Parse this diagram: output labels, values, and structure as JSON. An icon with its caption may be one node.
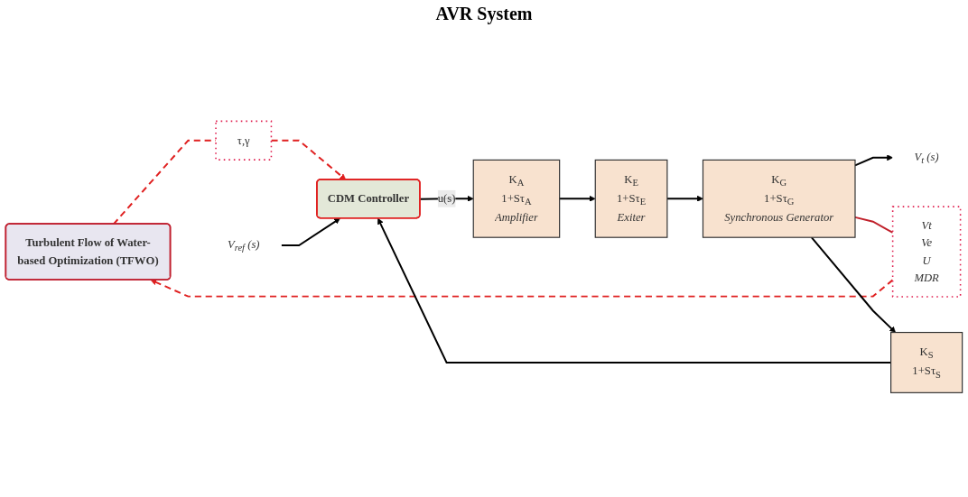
{
  "diagram": {
    "nodes": [
      {
        "text": [
          "Turbulent Flow of Water-based Optimization (TFWO)"
        ]
      },
      {
        "text": [
          "τ,γ"
        ]
      },
      {
        "text": [
          "V$_{ref}$ (s)"
        ]
      },
      {
        "text": [
          "CDM Controller"
        ]
      },
      {
        "text": [
          "K$_{A}$",
          "1+Sτ$_{A}$",
          "Amplifier"
        ]
      },
      {
        "text": [
          "K$_{E}$",
          "1+Sτ$_{E}$",
          "Exiter"
        ]
      },
      {
        "text": [
          "K$_{G}$",
          "1+Sτ$_{G}$",
          "Synchronous Generator"
        ]
      },
      {
        "text": [
          "V$_{t}$ (s)"
        ]
      },
      {
        "text": [
          "Vt",
          "Ve",
          "U",
          "MDR"
        ]
      },
      {
        "text": [
          "K$_{S}$",
          "1+Sτ$_{S}$"
        ]
      }
    ],
    "edges": [
      {
        "from": 0,
        "to": 1,
        "arrow": "none",
        "style": "dashed",
        "color": "#e02020"
      },
      {
        "from": 1,
        "to": 3,
        "arrow": "to",
        "style": "dashed",
        "color": "#e02020"
      },
      {
        "from": 2,
        "to": 3,
        "arrow": "to"
      },
      {
        "from": 3,
        "to": 4,
        "arrow": "to",
        "label": "u(s)"
      },
      {
        "from": 4,
        "to": 5,
        "arrow": "to"
      },
      {
        "from": 5,
        "to": 6,
        "arrow": "to"
      },
      {
        "from": 6,
        "to": 7,
        "arrow": "to"
      },
      {
        "from": 6,
        "to": 8,
        "arrow": "none",
        "color": "#c0202a"
      },
      {
        "from": 8,
        "to": 0,
        "arrow": "to",
        "style": "dashed",
        "color": "#e02020"
      },
      {
        "from": 6,
        "to": 9,
        "arrow": "to"
      },
      {
        "from": 9,
        "to": 3,
        "arrow": "to"
      }
    ],
    "labels": [
      "AVR System"
    ]
  }
}
